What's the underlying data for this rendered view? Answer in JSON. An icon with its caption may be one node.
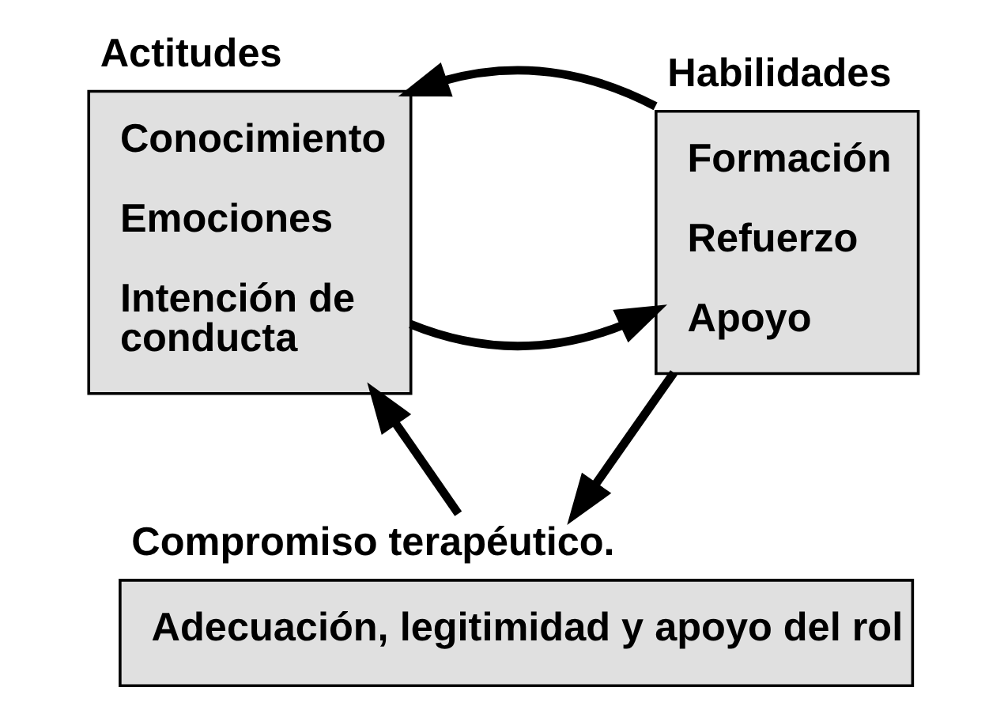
{
  "diagram": {
    "nodes": [
      {
        "text": [
          "Actitudes",
          "Conocimiento",
          "Emociones",
          "Intención de conducta"
        ]
      },
      {
        "text": [
          "Habilidades",
          "Formación",
          "Refuerzo",
          "Apoyo"
        ]
      },
      {
        "text": [
          "Compromiso terapéutico.",
          "Adecuación, legitimidad y apoyo del rol"
        ]
      }
    ],
    "edges": [
      {
        "from": 0,
        "to": 1,
        "arrow": "to"
      },
      {
        "from": 1,
        "to": 0,
        "arrow": "to"
      },
      {
        "from": 1,
        "to": 2,
        "arrow": "to"
      },
      {
        "from": 2,
        "to": 0,
        "arrow": "to"
      }
    ]
  }
}
